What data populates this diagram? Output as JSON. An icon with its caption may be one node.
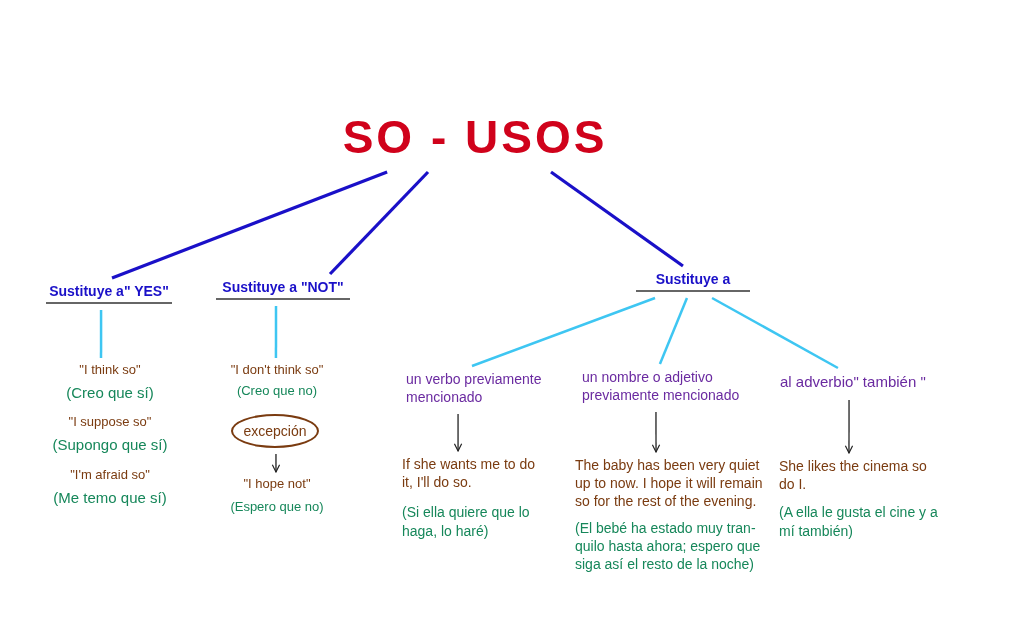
{
  "diagram": {
    "nodes": [
      {
        "text": [
          "SO - USOS"
        ]
      },
      {
        "text": [
          "Sustituye a\" YES\""
        ]
      },
      {
        "text": [
          "Sustituye a \"NOT\""
        ]
      },
      {
        "text": [
          "Sustituye a"
        ]
      },
      {
        "text": [
          "\"I think so\"",
          "(Creo que sí)",
          "\"I suppose so\"",
          "(Supongo que sí)",
          "\"I'm afraid so\"",
          "(Me temo que sí)"
        ]
      },
      {
        "text": [
          "\"I don't think so\"",
          "(Creo que no)"
        ]
      },
      {
        "text": [
          "excepción"
        ]
      },
      {
        "text": [
          "\"I hope not\"",
          "(Espero que no)"
        ]
      },
      {
        "text": [
          "un verbo previamente mencionado"
        ]
      },
      {
        "text": [
          "un nombre o adjetivo previamente mencionado"
        ]
      },
      {
        "text": [
          "al adverbio\" también \""
        ]
      },
      {
        "text": [
          "If she wants me to do it, I'll do so.",
          "(Si ella quiere que lo haga, lo haré)"
        ]
      },
      {
        "text": [
          "The baby has been very quiet up to now. I hope it will remain so for the rest of the evening.",
          "(El bebé ha estado muy tran- quilo hasta ahora; espero que siga así el resto de la noche)"
        ]
      },
      {
        "text": [
          "She likes the cinema so do I.",
          "(A ella le gusta el cine y a mí también)"
        ]
      }
    ],
    "edges": [
      {
        "from": 0,
        "to": 1,
        "arrow": "none",
        "color": "#1a10c8"
      },
      {
        "from": 0,
        "to": 2,
        "arrow": "none",
        "color": "#1a10c8"
      },
      {
        "from": 0,
        "to": 3,
        "arrow": "none",
        "color": "#1a10c8"
      },
      {
        "from": 1,
        "to": 4,
        "arrow": "none"
      },
      {
        "from": 2,
        "to": 5,
        "arrow": "none"
      },
      {
        "from": 6,
        "to": 7,
        "arrow": "to",
        "color": "#222222"
      },
      {
        "from": 3,
        "to": 8,
        "arrow": "none"
      },
      {
        "from": 3,
        "to": 9,
        "arrow": "none"
      },
      {
        "from": 3,
        "to": 10,
        "arrow": "none"
      },
      {
        "from": 8,
        "to": 11,
        "arrow": "to",
        "color": "#222222"
      },
      {
        "from": 9,
        "to": 12,
        "arrow": "to",
        "color": "#222222"
      },
      {
        "from": 10,
        "to": 13,
        "arrow": "to",
        "color": "#222222"
      }
    ]
  }
}
